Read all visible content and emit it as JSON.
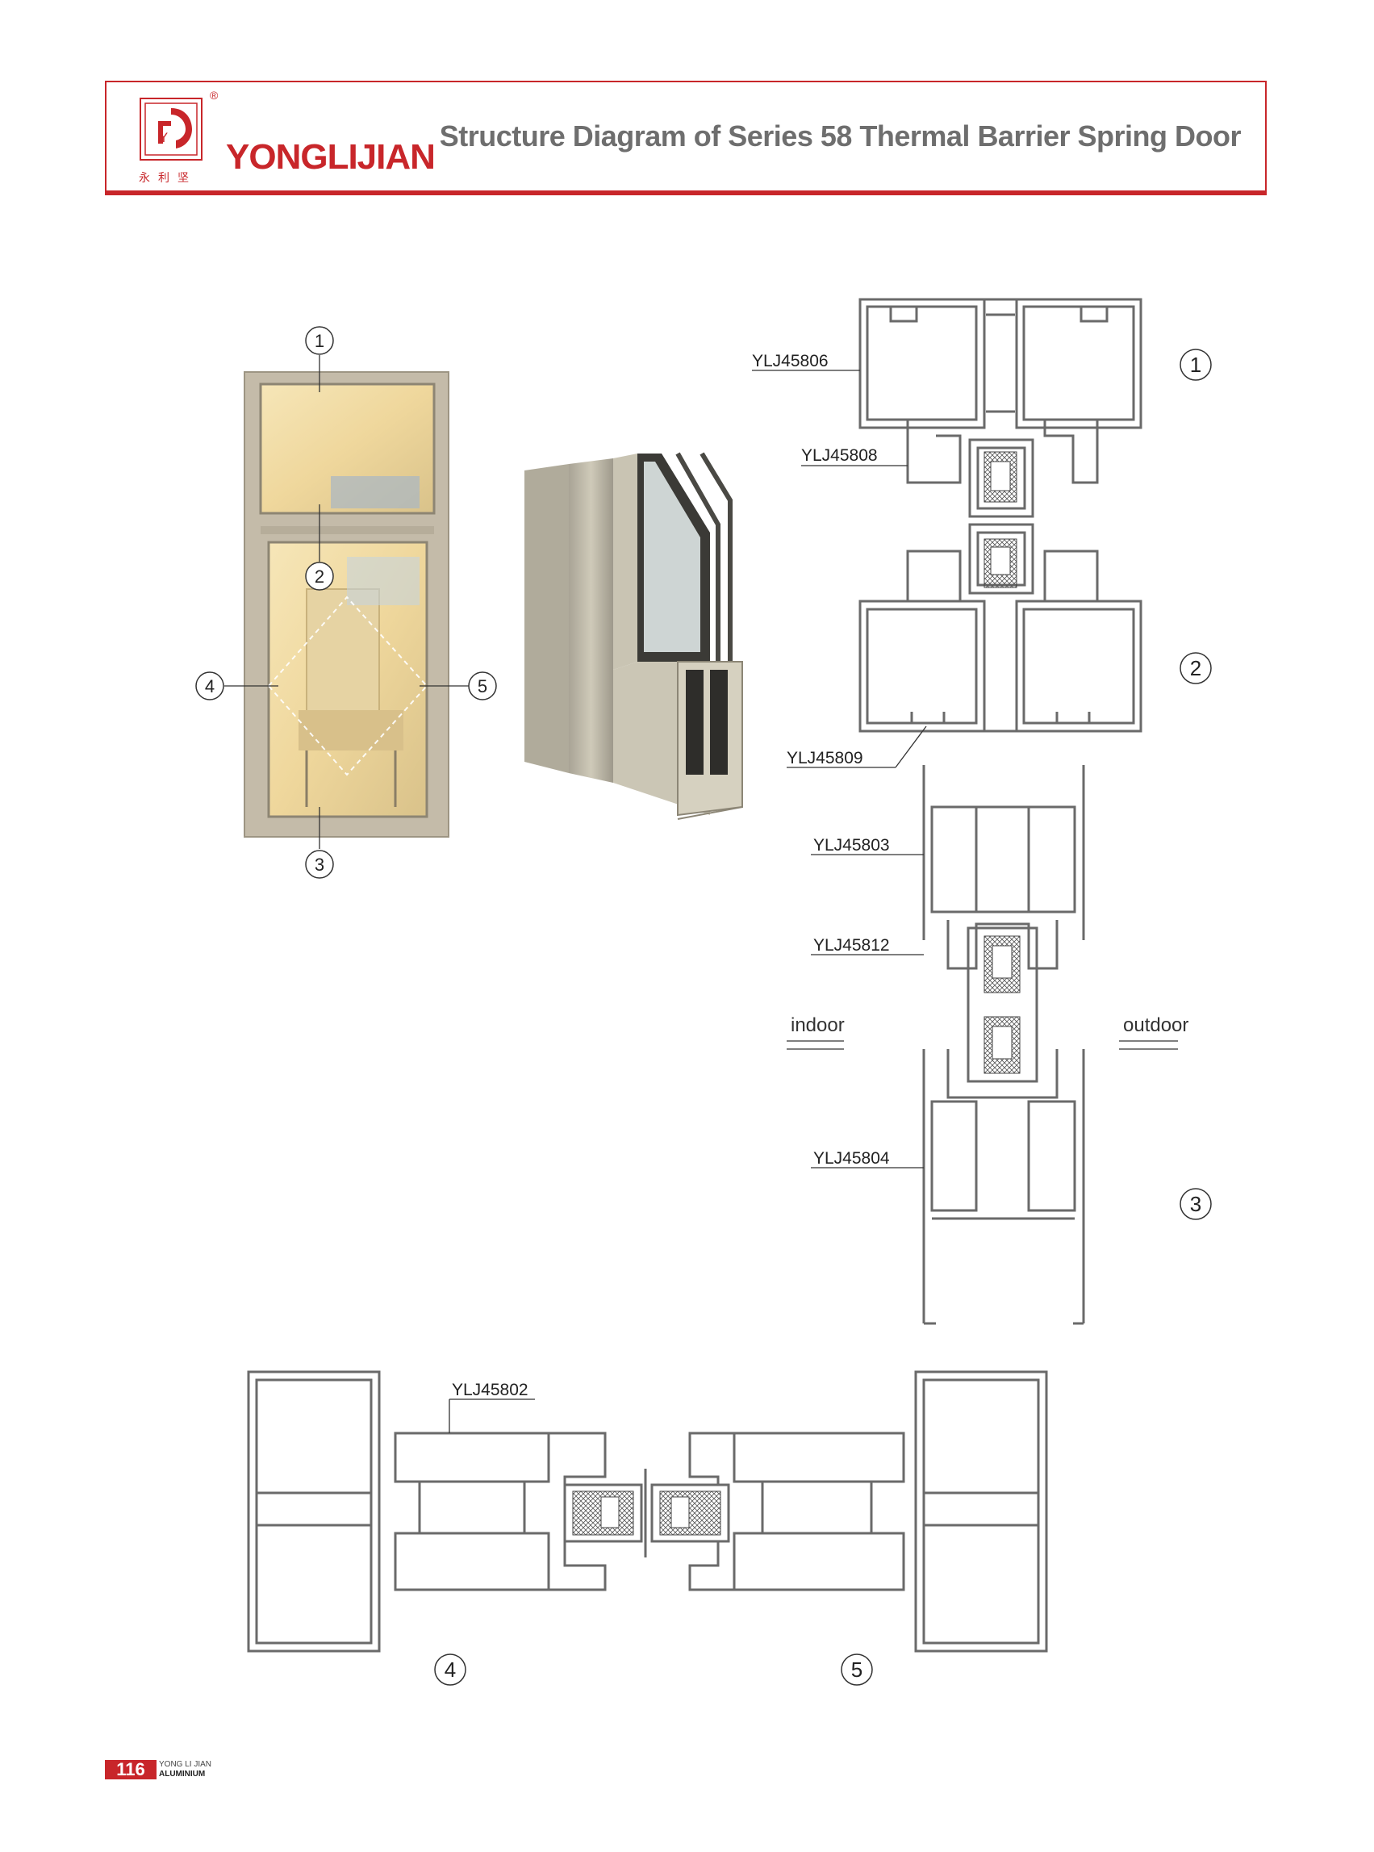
{
  "header": {
    "brand_name": "YONGLIJIAN",
    "brand_cn": "永利坚",
    "registered_mark": "®",
    "title": "Structure Diagram of Series 58 Thermal Barrier Spring Door"
  },
  "door_callouts": [
    "1",
    "2",
    "3",
    "4",
    "5"
  ],
  "profiles": {
    "p1": "YLJ45806",
    "p2": "YLJ45808",
    "p3": "YLJ45809",
    "p4": "YLJ45803",
    "p5": "YLJ45812",
    "p6": "YLJ45804",
    "p7": "YLJ45802"
  },
  "section_labels": {
    "s1": "1",
    "s2": "2",
    "s3": "3",
    "s4": "4",
    "s5": "5"
  },
  "side_labels": {
    "indoor": "indoor",
    "outdoor": "outdoor"
  },
  "footer": {
    "page_number": "116",
    "line1": "YONG LI JIAN",
    "line2": "ALUMINIUM"
  },
  "colors": {
    "brand_red": "#c8262a",
    "frame_beige": "#c4bba9",
    "profile_gray": "#6a6a6a"
  }
}
